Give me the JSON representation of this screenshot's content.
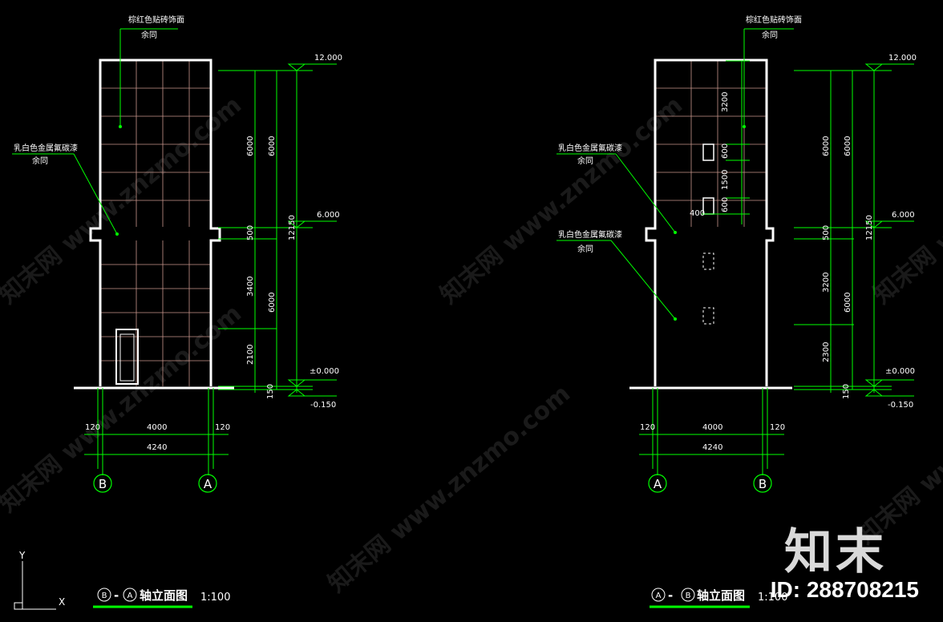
{
  "watermark": {
    "text": "知末网 www.znzmo.com",
    "logo": "知末",
    "id_label": "ID: 288708215"
  },
  "left_elevation": {
    "material_top": "棕红色贴砖饰面",
    "material_top_sub": "余同",
    "material_mid": "乳白色金属氟碳漆",
    "material_mid_sub": "余同",
    "dims_outer": [
      "6000",
      "6000"
    ],
    "dims_inner": [
      "6000",
      "500",
      "3400",
      "2100",
      "150"
    ],
    "dim_total": "12150",
    "level_top": "12.000",
    "level_mid": "6.000",
    "level_zero": "±0.000",
    "level_ground": "-0.150",
    "dim_bottom_side_l": "120",
    "dim_bottom_mid": "4000",
    "dim_bottom_side_r": "120",
    "dim_bottom_total": "4240",
    "axis_left": "B",
    "axis_right": "A",
    "title_axis_a": "B",
    "title_axis_b": "A",
    "title_dash": "-",
    "title": "轴立面图",
    "scale": "1:100"
  },
  "right_elevation": {
    "material_top": "棕红色贴砖饰面",
    "material_top_sub": "余同",
    "material_mid": "乳白色金属氟碳漆",
    "material_mid_sub": "余同",
    "material_low": "乳白色金属氟碳漆",
    "material_low_sub": "余同",
    "dims_window": [
      "3200",
      "600",
      "1500",
      "600"
    ],
    "dim_offset": "400",
    "dims_outer": [
      "6000",
      "6000"
    ],
    "dims_inner": [
      "6000",
      "500",
      "3200",
      "2300",
      "150"
    ],
    "dim_total": "12150",
    "level_top": "12.000",
    "level_mid": "6.000",
    "level_zero": "±0.000",
    "level_ground": "-0.150",
    "dim_bottom_side_l": "120",
    "dim_bottom_mid": "4000",
    "dim_bottom_side_r": "120",
    "dim_bottom_total": "4240",
    "axis_left": "A",
    "axis_right": "B",
    "title_axis_a": "A",
    "title_axis_b": "B",
    "title_dash": "-",
    "title": "轴立面图",
    "scale": "1:100"
  },
  "ucs": {
    "x_label": "X",
    "y_label": "Y"
  },
  "colors": {
    "background": "#000000",
    "wall": "#ffffff",
    "dimension": "#00ff00",
    "tile": "#c8968c",
    "leader": "#00ff00"
  }
}
